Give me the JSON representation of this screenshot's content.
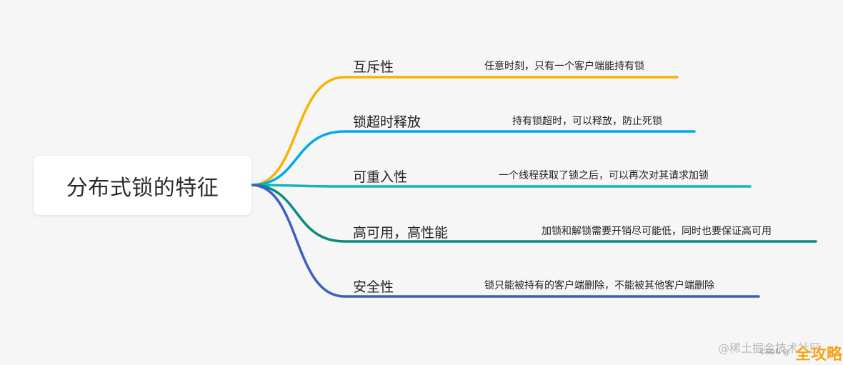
{
  "root": {
    "label": "分布式锁的特征"
  },
  "branches": [
    {
      "label": "互斥性",
      "desc": "任意时刻，只有一个客户端能持有锁",
      "color": "#f5b400"
    },
    {
      "label": "锁超时释放",
      "desc": "持有锁超时，可以释放，防止死锁",
      "color": "#00aaee"
    },
    {
      "label": "可重入性",
      "desc": "一个线程获取了锁之后，可以再次对其请求加锁",
      "color": "#13b5b8"
    },
    {
      "label": "高可用，高性能",
      "desc": "加锁和解锁需要开销尽可能低，同时也要保证高可用",
      "color": "#0b8a7e"
    },
    {
      "label": "安全性",
      "desc": "锁只能被持有的客户端删除，不能被其他客户端删除",
      "color": "#3d5fc4"
    }
  ],
  "watermark": {
    "text": "@稀土掘金技术社区",
    "sub": "CSDN @",
    "logo": "全攻略"
  }
}
